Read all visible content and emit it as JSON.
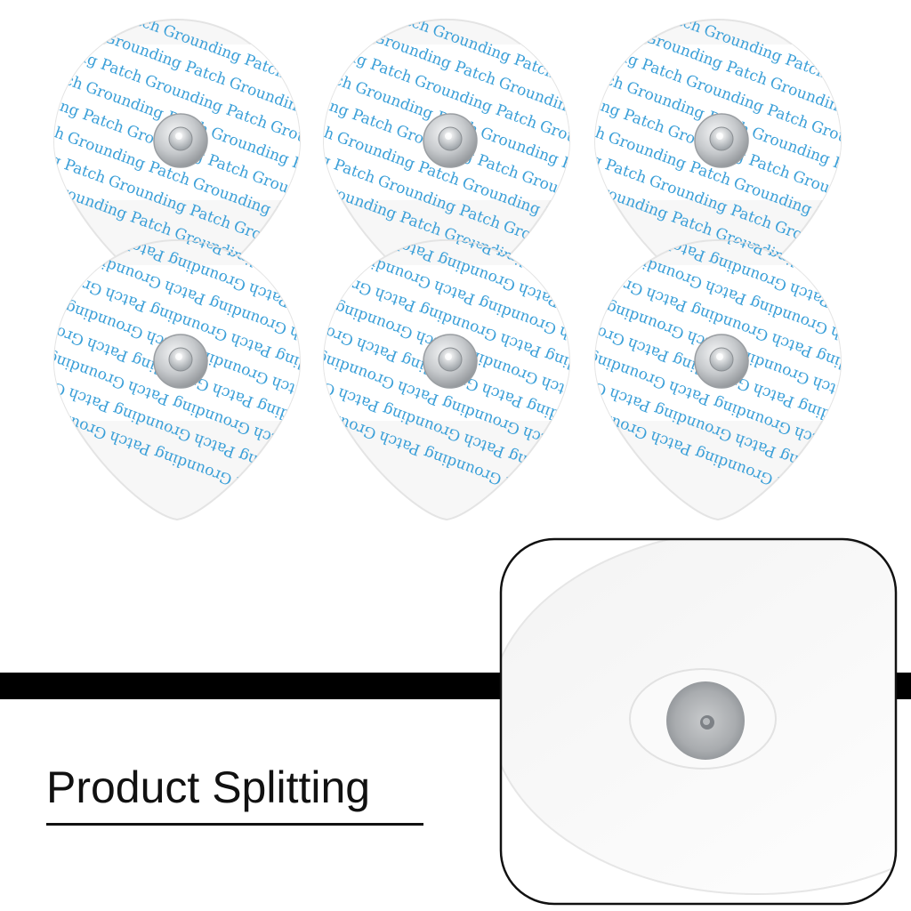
{
  "product": {
    "patch_text": "Grounding Patch",
    "patch_count": 6,
    "colors": {
      "background": "#ffffff",
      "patch_white": "#f7f7f7",
      "liner_text_blue": "#3a9fd8",
      "snap_metal": "#b9bcc0",
      "band_black": "#000000"
    },
    "icons": [
      "snap-connector-icon"
    ]
  },
  "detail": {
    "caption": "Product Splitting"
  }
}
